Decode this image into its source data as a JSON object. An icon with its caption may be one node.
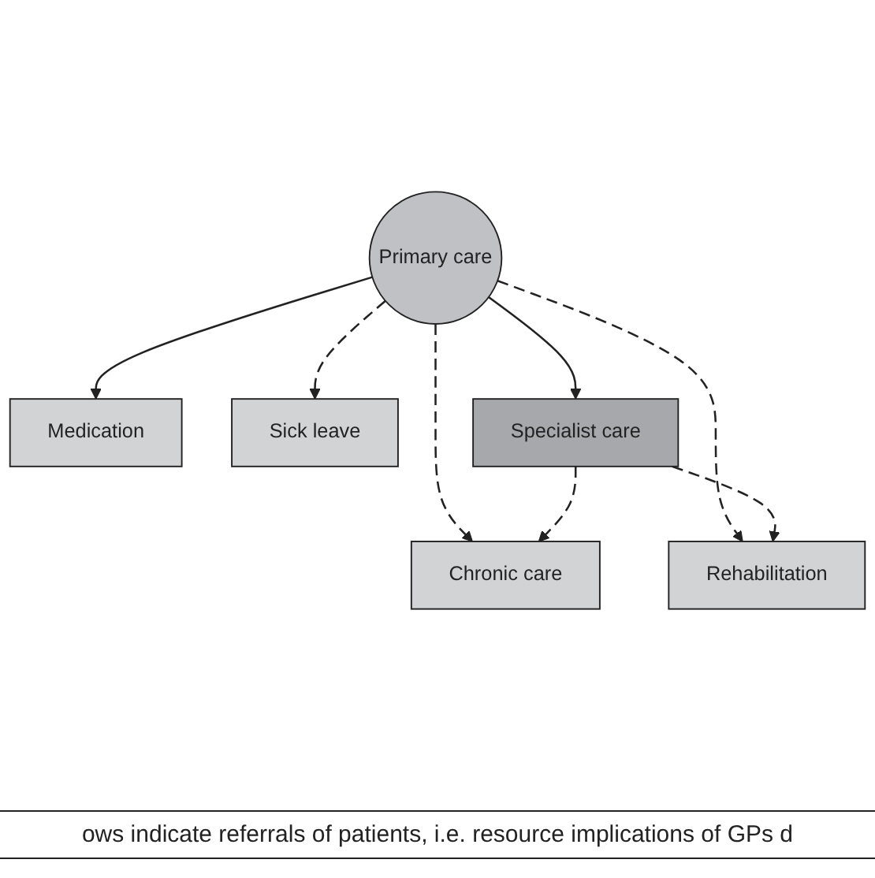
{
  "diagram": {
    "caption": "ows indicate referrals of patients, i.e. resource implications of GPs d",
    "nodes": [
      {
        "text": [
          "Primary care"
        ]
      },
      {
        "text": [
          "Medication"
        ]
      },
      {
        "text": [
          "Sick leave"
        ]
      },
      {
        "text": [
          "Specialist care"
        ]
      },
      {
        "text": [
          "Chronic care"
        ]
      },
      {
        "text": [
          "Rehabilitation"
        ]
      }
    ],
    "edges": [
      {
        "from": 0,
        "to": 1,
        "arrow": "to"
      },
      {
        "from": 0,
        "to": 3,
        "arrow": "to"
      },
      {
        "from": 0,
        "to": 2,
        "arrow": "to",
        "style": "dashed"
      },
      {
        "from": 0,
        "to": 4,
        "arrow": "to",
        "style": "dashed"
      },
      {
        "from": 0,
        "to": 5,
        "arrow": "to",
        "style": "dashed"
      },
      {
        "from": 3,
        "to": 4,
        "arrow": "to",
        "style": "dashed"
      },
      {
        "from": 3,
        "to": 5,
        "arrow": "to",
        "style": "dashed"
      }
    ]
  }
}
